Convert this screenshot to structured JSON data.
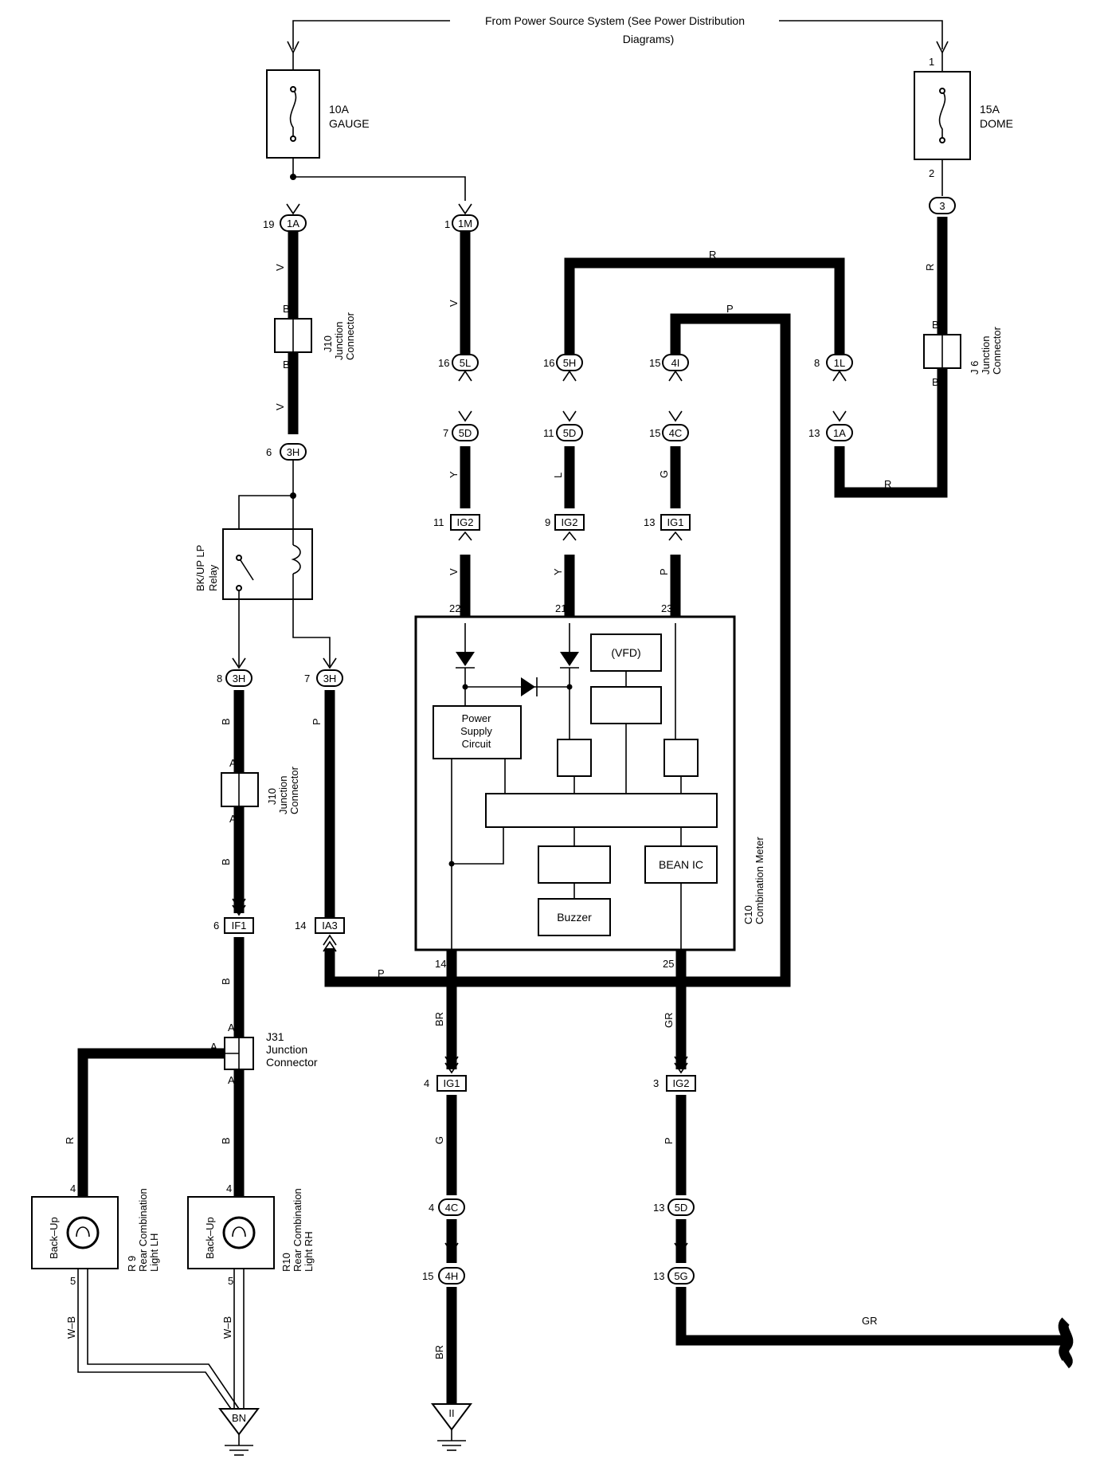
{
  "header": {
    "source_line1": "From Power Source System (See Power Distribution",
    "source_line2": "Diagrams)"
  },
  "fuses": {
    "gauge": {
      "amp": "10A",
      "name": "GAUGE"
    },
    "dome": {
      "amp": "15A",
      "name": "DOME",
      "pin_top": "1",
      "pin_bottom": "2"
    }
  },
  "connectors": {
    "c_1A_top": {
      "label": "1A",
      "pin": "19"
    },
    "c_1M": {
      "label": "1M",
      "pin": "1"
    },
    "c_3_dome": {
      "label": "3"
    },
    "c_5L": {
      "label": "5L",
      "pin": "16"
    },
    "c_5H": {
      "label": "5H",
      "pin": "16"
    },
    "c_4I": {
      "label": "4I",
      "pin": "15"
    },
    "c_1L": {
      "label": "1L",
      "pin": "8"
    },
    "c_5D_a": {
      "label": "5D",
      "pin": "7"
    },
    "c_5D_b": {
      "label": "5D",
      "pin": "11"
    },
    "c_4C_top": {
      "label": "4C",
      "pin": "15"
    },
    "c_1A_mid": {
      "label": "1A",
      "pin": "13"
    },
    "c_3H_top": {
      "label": "3H",
      "pin": "6"
    },
    "c_IG2_a": {
      "label": "IG2",
      "pin": "11"
    },
    "c_IG2_b": {
      "label": "IG2",
      "pin": "9"
    },
    "c_IG1_top": {
      "label": "IG1",
      "pin": "13"
    },
    "c_3H_left": {
      "label": "3H",
      "pin": "8"
    },
    "c_3H_right": {
      "label": "3H",
      "pin": "7"
    },
    "c_IF1": {
      "label": "IF1",
      "pin": "6"
    },
    "c_IA3": {
      "label": "IA3",
      "pin": "14"
    },
    "c_IG1_bot": {
      "label": "IG1",
      "pin": "4"
    },
    "c_IG2_bot": {
      "label": "IG2",
      "pin": "3"
    },
    "c_4C_bot": {
      "label": "4C",
      "pin": "4"
    },
    "c_5D_bot": {
      "label": "5D",
      "pin": "13"
    },
    "c_4H": {
      "label": "4H",
      "pin": "15"
    },
    "c_5G": {
      "label": "5G",
      "pin": "13"
    }
  },
  "junctions": {
    "j10_top": {
      "id": "J10",
      "name": "Junction",
      "name2": "Connector",
      "pin_a": "B",
      "pin_b": "B"
    },
    "j6": {
      "id": "J 6",
      "name": "Junction",
      "name2": "Connector",
      "pin_a": "B",
      "pin_b": "B"
    },
    "j10_bot": {
      "id": "J10",
      "name": "Junction",
      "name2": "Connector",
      "pin_a": "A",
      "pin_b": "A"
    },
    "j31": {
      "id": "J31",
      "name": "Junction",
      "name2": "Connector",
      "pin_left": "A",
      "pin_top": "A",
      "pin_bottom": "A"
    }
  },
  "relay": {
    "label1": "BK/UP LP",
    "label2": "Relay"
  },
  "meter": {
    "id": "C10",
    "name": "Combination Meter",
    "vfd": "(VFD)",
    "power_supply": [
      "Power",
      "Supply",
      "Circuit"
    ],
    "bean_ic": "BEAN IC",
    "buzzer": "Buzzer",
    "pins": {
      "p22": "22",
      "p21": "21",
      "p23": "23",
      "p14": "14",
      "p25": "25"
    }
  },
  "lights": {
    "lh": {
      "id": "R 9",
      "name1": "Rear Combination",
      "name2": "Light LH",
      "lamp": "Back–Up",
      "pin_top": "4",
      "pin_bottom": "5"
    },
    "rh": {
      "id": "R10",
      "name1": "Rear Combination",
      "name2": "Light RH",
      "lamp": "Back–Up",
      "pin_top": "4",
      "pin_bottom": "5"
    }
  },
  "grounds": {
    "bn": "BN",
    "ii": "II"
  },
  "wire_colors": {
    "v": "V",
    "y": "Y",
    "l": "L",
    "g": "G",
    "p": "P",
    "r": "R",
    "b": "B",
    "br": "BR",
    "gr": "GR",
    "wb": "W–B"
  }
}
